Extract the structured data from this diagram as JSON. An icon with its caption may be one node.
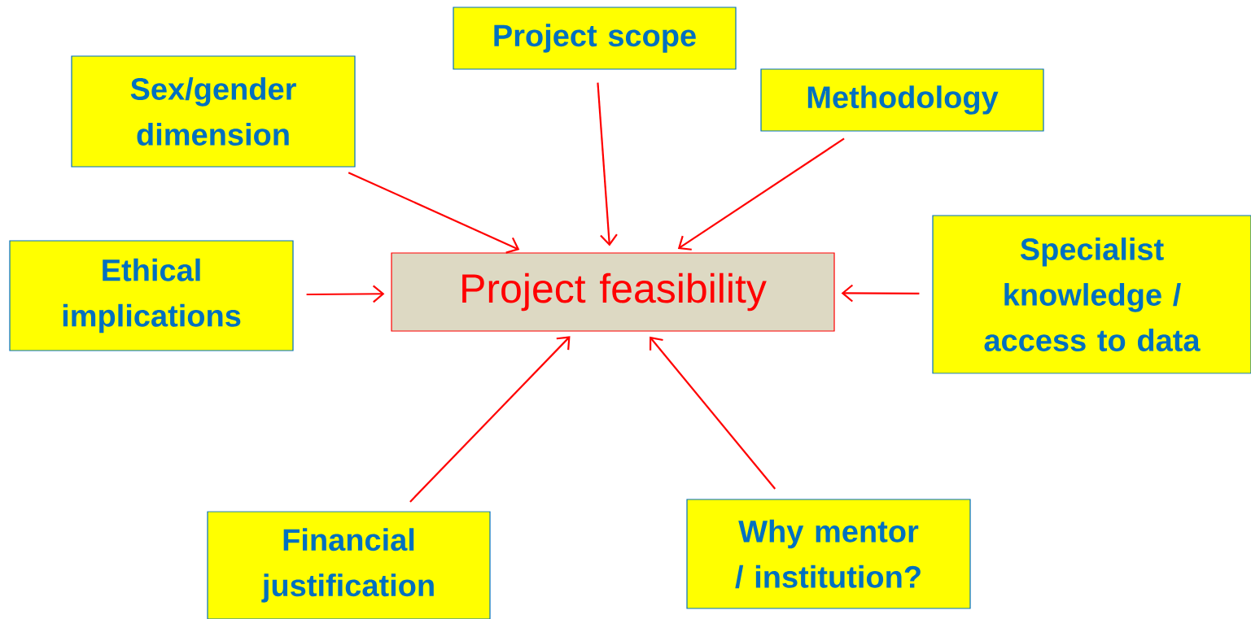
{
  "diagram": {
    "nodes": [
      {
        "text": [
          "Project feasibility"
        ]
      },
      {
        "text": [
          "Project scope"
        ]
      },
      {
        "text": [
          "Sex/gender dimension"
        ]
      },
      {
        "text": [
          "Methodology"
        ]
      },
      {
        "text": [
          "Ethical implications"
        ]
      },
      {
        "text": [
          "Specialist knowledge / access to data"
        ]
      },
      {
        "text": [
          "Financial justification"
        ]
      },
      {
        "text": [
          "Why mentor / institution?"
        ]
      }
    ],
    "edges": [
      {
        "from": 1,
        "to": 0,
        "arrow": "to"
      },
      {
        "from": 2,
        "to": 0,
        "arrow": "to"
      },
      {
        "from": 3,
        "to": 0,
        "arrow": "to"
      },
      {
        "from": 4,
        "to": 0,
        "arrow": "to"
      },
      {
        "from": 5,
        "to": 0,
        "arrow": "to"
      },
      {
        "from": 6,
        "to": 0,
        "arrow": "to"
      },
      {
        "from": 7,
        "to": 0,
        "arrow": "to"
      }
    ]
  }
}
